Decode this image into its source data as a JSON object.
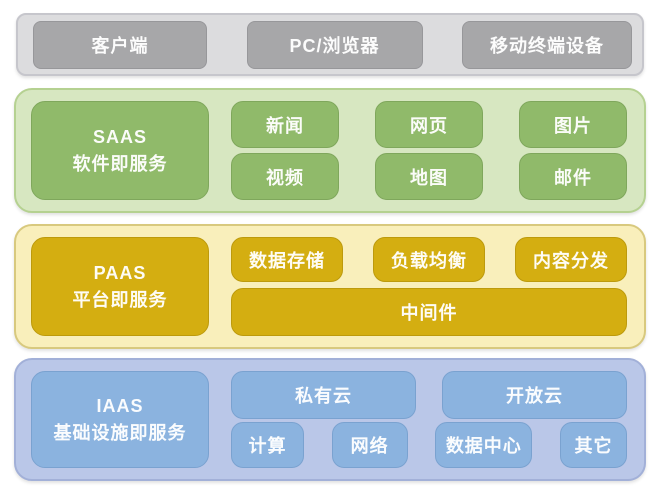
{
  "diagram_title": "Cloud computing service layers diagram",
  "colors": {
    "page_background": "#ffffff",
    "client_container": "#dcdcde",
    "client_box": "#a7a7a9",
    "saas_container": "#d7e7c1",
    "saas_box": "#90ba6a",
    "paas_container": "#f9efbb",
    "paas_box": "#d4ae11",
    "iaas_container": "#bac7e8",
    "iaas_box": "#8bb3df",
    "box_text": "#ffffff"
  },
  "layers": {
    "client": {
      "items": [
        "客户端",
        "PC/浏览器",
        "移动终端设备"
      ]
    },
    "saas": {
      "title_line1": "SAAS",
      "title_line2": "软件即服务",
      "items": [
        "新闻",
        "网页",
        "图片",
        "视频",
        "地图",
        "邮件"
      ]
    },
    "paas": {
      "title_line1": "PAAS",
      "title_line2": "平台即服务",
      "items": [
        "数据存储",
        "负载均衡",
        "内容分发"
      ],
      "wide_item": "中间件"
    },
    "iaas": {
      "title_line1": "IAAS",
      "title_line2": "基础设施即服务",
      "top_items": [
        "私有云",
        "开放云"
      ],
      "bottom_items": [
        "计算",
        "网络",
        "数据中心",
        "其它"
      ]
    }
  }
}
